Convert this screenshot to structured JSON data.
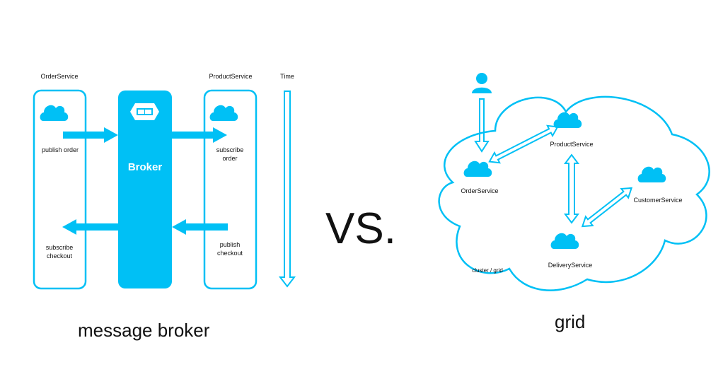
{
  "colors": {
    "accent": "#00c0f5",
    "text": "#111111",
    "background": "#ffffff"
  },
  "left_diagram": {
    "caption": "message broker",
    "order_service": {
      "title": "OrderService",
      "publish_label": "publish order",
      "subscribe_label": "subscribe checkout"
    },
    "broker": {
      "label": "Broker",
      "icon": "message-queue-icon"
    },
    "product_service": {
      "title": "ProductService",
      "subscribe_label": "subscribe order",
      "publish_label": "publish checkout"
    },
    "time_label": "Time"
  },
  "separator": "VS.",
  "right_diagram": {
    "caption": "grid",
    "cluster_label": "cluster / grid",
    "user_icon": "user-icon",
    "services": [
      {
        "name": "OrderService"
      },
      {
        "name": "ProductService"
      },
      {
        "name": "CustomerService"
      },
      {
        "name": "DeliveryService"
      }
    ]
  }
}
